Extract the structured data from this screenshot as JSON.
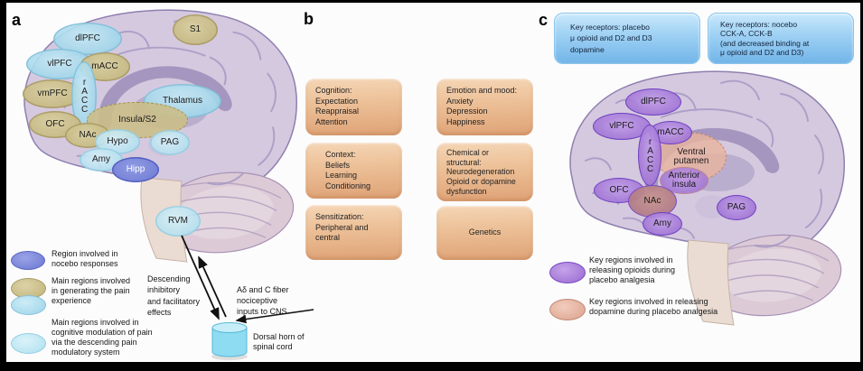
{
  "panels": {
    "a": {
      "label": "a",
      "regions": [
        {
          "label": "dlPFC",
          "role": "cognitive-modulation"
        },
        {
          "label": "S1",
          "role": "pain-experience"
        },
        {
          "label": "vlPFC",
          "role": "cognitive-modulation"
        },
        {
          "label": "mACC",
          "role": "pain-experience"
        },
        {
          "label": "vmPFC",
          "role": "pain-experience"
        },
        {
          "label": "rACC",
          "role": "cognitive-modulation"
        },
        {
          "label": "Thalamus",
          "role": "pain-experience"
        },
        {
          "label": "Insula/S2",
          "role": "pain-experience"
        },
        {
          "label": "OFC",
          "role": "pain-experience"
        },
        {
          "label": "NAc",
          "role": "pain-experience"
        },
        {
          "label": "Hypo",
          "role": "pain-experience"
        },
        {
          "label": "PAG",
          "role": "cognitive-modulation"
        },
        {
          "label": "Amy",
          "role": "pain-experience"
        },
        {
          "label": "Hipp",
          "role": "nocebo"
        },
        {
          "label": "RVM",
          "role": "cognitive-modulation"
        }
      ],
      "legend": [
        {
          "swatch": "nocebo-purple-ellipse",
          "text": "Region involved in\nnocebo responses"
        },
        {
          "swatch": "olive-and-blue-ellipses",
          "text": "Main regions involved\nin generating the pain\nexperience"
        },
        {
          "swatch": "light-blue-ellipse",
          "text": "Main regions involved in\ncognitive modulation of pain\nvia the descending pain\nmodulatory system"
        }
      ],
      "annotations": {
        "descending": "Descending\ninhibitory\nand facilitatory\neffects",
        "afferents": "Aδ and C fiber\nnociceptive\ninputs to CNS",
        "dorsal_horn": "Dorsal horn of\nspinal cord"
      }
    },
    "b": {
      "label": "b",
      "boxes": [
        "Cognition:\nExpectation\nReappraisal\nAttention",
        "Context:\nBeliefs\nLearning\nConditioning",
        "Sensitization:\nPeripheral and\ncentral",
        "Emotion and mood:\nAnxiety\nDepression\nHappiness",
        "Chemical or\nstructural:\nNeurodegeneration\nOpioid or dopamine\ndysfunction",
        "Genetics"
      ]
    },
    "c": {
      "label": "c",
      "receptor_boxes": [
        "Key receptors: placebo\nμ opioid and D2 and D3\ndopamine",
        "Key receptors: nocebo\nCCK-A, CCK-B\n(and decreased binding at\nμ opioid and D2 and D3)"
      ],
      "regions": [
        {
          "label": "dlPFC",
          "role": "opioid"
        },
        {
          "label": "vlPFC",
          "role": "opioid"
        },
        {
          "label": "mACC",
          "role": "opioid"
        },
        {
          "label": "rACC",
          "role": "opioid"
        },
        {
          "label": "Ventral\nputamen",
          "role": "dopamine"
        },
        {
          "label": "Anterior\ninsula",
          "role": "opioid-dopamine"
        },
        {
          "label": "OFC",
          "role": "opioid"
        },
        {
          "label": "NAc",
          "role": "opioid-dopamine"
        },
        {
          "label": "Amy",
          "role": "opioid"
        },
        {
          "label": "PAG",
          "role": "opioid"
        }
      ],
      "legend": [
        {
          "swatch": "purple-ellipse",
          "text": "Key regions involved in\nreleasing opioids during\nplacebo analgesia"
        },
        {
          "swatch": "salmon-ellipse",
          "text": "Key regions involved in releasing\ndopamine during placebo analgesia"
        }
      ]
    }
  },
  "palette": {
    "nocebo_purple": "#7c88d9",
    "pain_olive": "#cbbe8a",
    "pain_blue": "#a9dcec",
    "modulation_blue": "#bfe6f2",
    "opioid_purple": "#a77fd6",
    "dopamine_salmon": "#e5b4a2",
    "receptor_box_blue": "#8ec6ef",
    "factor_box_orange": "#e9b78c",
    "spinal_cord_cyan": "#8edcf2"
  }
}
